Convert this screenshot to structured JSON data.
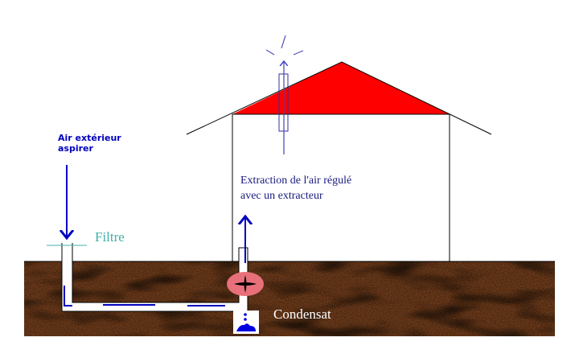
{
  "labels": {
    "air_in_line1": "Air extérieur",
    "air_in_line2": "aspirer",
    "filter": "Filtre",
    "extraction_line1": "Extraction de l'air régulé",
    "extraction_line2": "avec un extracteur",
    "condensate": "Condensat"
  },
  "colors": {
    "roof": "#ff0000",
    "soil": "#6b3a1a",
    "arrow": "#0000c0",
    "fan": "#e8707a",
    "filter_text": "#40b0a8"
  }
}
